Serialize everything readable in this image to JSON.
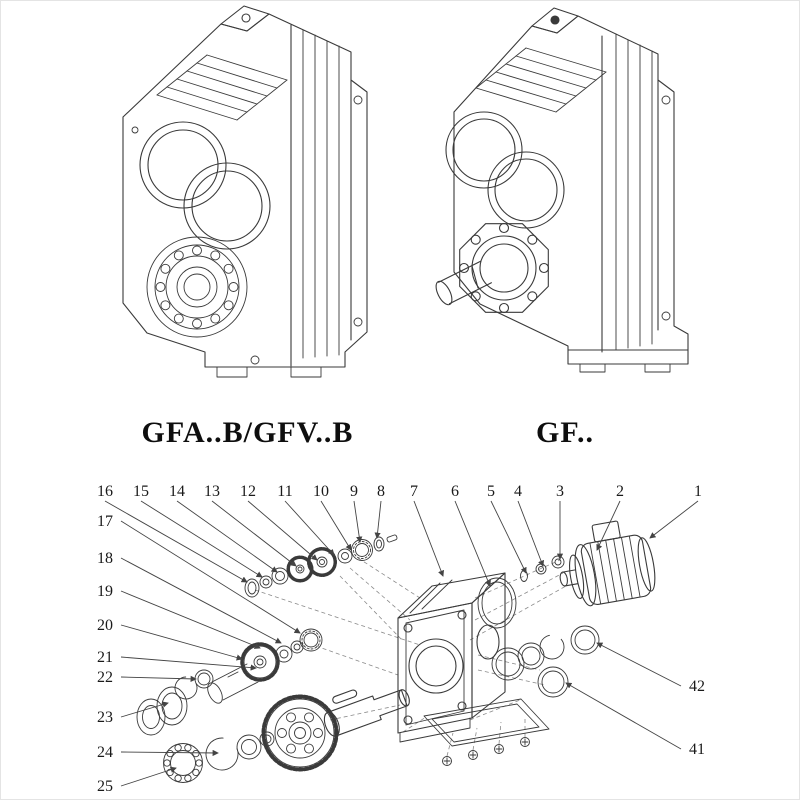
{
  "models": {
    "left_label": "GFA..B/GFV..B",
    "right_label": "GF.."
  },
  "exploded_view": {
    "top_row": [
      "16",
      "15",
      "14",
      "13",
      "12",
      "11",
      "10",
      "9",
      "8",
      "7",
      "6",
      "5",
      "4",
      "3",
      "2",
      "1"
    ],
    "left_column": [
      "17",
      "18",
      "19",
      "20",
      "21",
      "22",
      "23",
      "24",
      "25"
    ],
    "right_column": [
      "42",
      "41"
    ]
  },
  "colors": {
    "line": "#3a3a3a",
    "text": "#111111",
    "background": "#ffffff"
  }
}
